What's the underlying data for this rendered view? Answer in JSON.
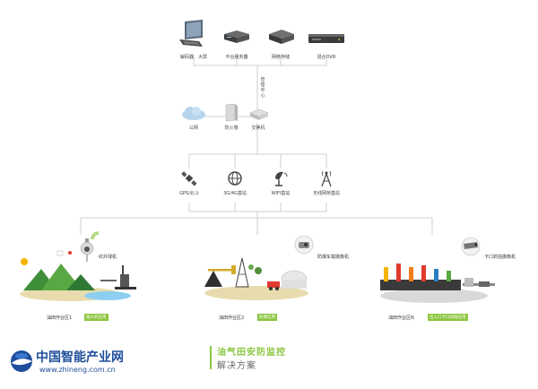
{
  "top_devices": [
    {
      "icon": "monitor-icon",
      "label": "解码器、大屏"
    },
    {
      "icon": "server-icon",
      "label": "平台服务器"
    },
    {
      "icon": "storage-icon",
      "label": "网络存储"
    },
    {
      "icon": "dvr-icon",
      "label": "混合DVR"
    }
  ],
  "management_center": "管理中心",
  "network_devices": [
    {
      "icon": "cloud-icon",
      "label": "公网"
    },
    {
      "icon": "firewall-icon",
      "label": "防火墙"
    },
    {
      "icon": "switch-icon",
      "label": "交换机"
    }
  ],
  "access_devices": [
    {
      "icon": "satellite-icon",
      "label": "GPS/北斗"
    },
    {
      "icon": "globe-icon",
      "label": "3G/4G基站"
    },
    {
      "icon": "wifi-dish-icon",
      "label": "WIFI基站"
    },
    {
      "icon": "antenna-icon",
      "label": "无线网桥基站"
    }
  ],
  "zones": [
    {
      "name": "油田作业区1",
      "tag": "偏头机应用",
      "camera": "红外球机"
    },
    {
      "name": "油田作业区2",
      "tag": "防爆应用",
      "camera": "防爆车载摄像机"
    },
    {
      "name": "油田作业区N",
      "tag": "出入口卡口抓拍应用",
      "camera": "卡口抓拍摄像机"
    }
  ],
  "title": {
    "main": "油气田安防监控",
    "sub": "解决方案"
  },
  "logo": {
    "name": "中国智能产业网",
    "url": "www.zhineng.com.cn"
  },
  "colors": {
    "line": "#cfcfcf",
    "accent": "#8cc63f",
    "ground": "#e8dcae",
    "logo": "#1f4e9c"
  }
}
